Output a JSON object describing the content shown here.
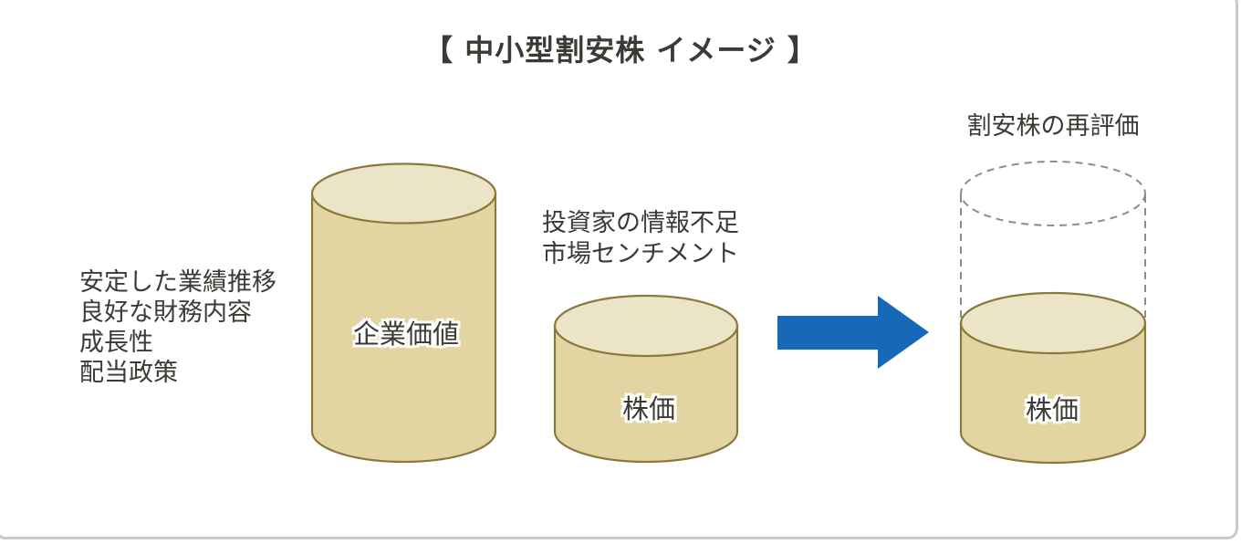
{
  "title": "【 中小型割安株 イメージ 】",
  "left_factors": {
    "lines": [
      "安定した業績推移",
      "良好な財務内容",
      "成長性",
      "配当政策"
    ]
  },
  "middle_note": {
    "lines": [
      "投資家の情報不足",
      "市場センチメント"
    ]
  },
  "cylinders": {
    "enterprise_value": {
      "label": "企業価値"
    },
    "stock_price": {
      "label": "株価"
    },
    "reevaluated_stock_price": {
      "label": "株価"
    }
  },
  "right_caption": "割安株の再評価",
  "colors": {
    "cylinder_body": "#e2d5a2",
    "cylinder_top": "#ece4c7",
    "cylinder_stroke": "#8a793d",
    "dashed_outline": "#8c8c8c",
    "arrow_blue": "#1769b7",
    "text": "#3b3b36",
    "card_border": "#c9c9c9",
    "background": "#ffffff"
  }
}
